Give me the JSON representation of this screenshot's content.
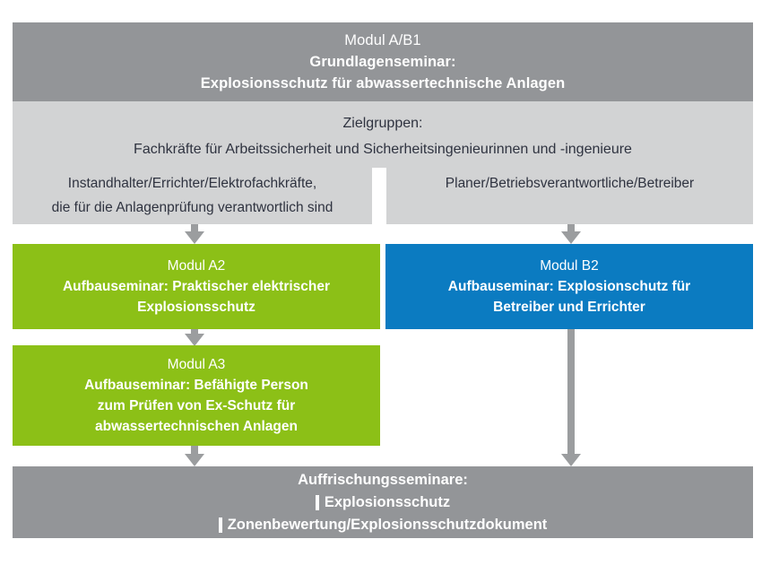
{
  "diagram": {
    "title": "Modulplan Explosionsschutz fuer abwassertechnische Anlagen",
    "colors": {
      "grey_dark": "#939598",
      "grey_light": "#d2d3d4",
      "green": "#8cc017",
      "blue": "#0b7bc1",
      "arrow": "#9b9d9f",
      "text_on_grey_light": "#2f3340",
      "text_on_color": "#ffffff",
      "background": "#ffffff"
    }
  },
  "header": {
    "module_label": "Modul A/B1",
    "line1": "Grundlagenseminar:",
    "line2": "Explosionsschutz für abwassertechnische Anlagen"
  },
  "target_groups": {
    "heading": "Zielgruppen:",
    "shared": "Fachkräfte für Arbeitssicherheit und Sicherheitsingenieurinnen und -ingenieure",
    "left": {
      "line1": "Instandhalter/Errichter/Elektrofachkräfte,",
      "line2": "die für die Anlagenprüfung verantwortlich sind"
    },
    "right": {
      "line1": "Planer/Betriebsverantwortliche/Betreiber"
    }
  },
  "module_a2": {
    "module_label": "Modul A2",
    "line1": "Aufbauseminar: Praktischer elektrischer",
    "line2": "Explosionsschutz"
  },
  "module_b2": {
    "module_label": "Modul B2",
    "line1": "Aufbauseminar: Explosionschutz für",
    "line2": "Betreiber und Errichter"
  },
  "module_a3": {
    "module_label": "Modul A3",
    "line1": "Aufbauseminar: Befähigte Person",
    "line2": "zum Prüfen von Ex-Schutz für",
    "line3": "abwassertechnischen Anlagen"
  },
  "footer": {
    "heading": "Auffrischungsseminare:",
    "items": [
      "Explosionsschutz",
      "Zonenbewertung/Explosionsschutzdokument"
    ]
  }
}
